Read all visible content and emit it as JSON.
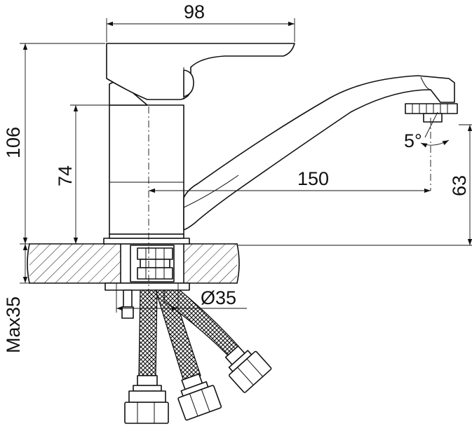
{
  "dimensions": {
    "body_width": "98",
    "total_height": "106",
    "body_height": "74",
    "spout_reach": "150",
    "spout_height": "63",
    "swivel_angle": "5°",
    "mount_diameter": "Ø35",
    "max_worktop": "Max35"
  }
}
